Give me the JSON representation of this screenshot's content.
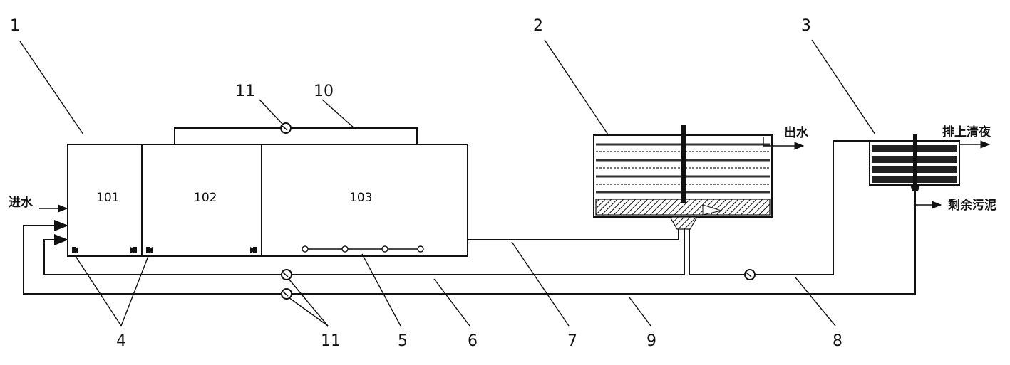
{
  "callouts": {
    "c1": "1",
    "c2": "2",
    "c3": "3",
    "c4": "4",
    "c5": "5",
    "c6": "6",
    "c7": "7",
    "c8": "8",
    "c9": "9",
    "c10": "10",
    "c11_top": "11",
    "c11_bottom": "11"
  },
  "tanks": {
    "t101": "101",
    "t102": "102",
    "t103": "103"
  },
  "labels": {
    "inlet": "进水",
    "outlet": "出水",
    "supernatant": "排上清夜",
    "excess_sludge": "剩余污泥"
  }
}
